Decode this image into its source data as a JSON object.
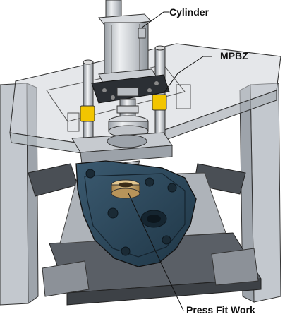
{
  "labels": {
    "cylinder": "Cylinder",
    "mpbz": "MPBZ",
    "press_fit_work": "Press Fit Work"
  },
  "colors": {
    "frame_gray": "#b9bfc6",
    "frame_dark": "#4a4f55",
    "glass": "#cfd4d9",
    "workpiece_blue": "#2d4a5e",
    "sensor_yellow": "#f2c500",
    "bushing_gold": "#c9a66a",
    "outline": "#222222"
  },
  "icons": [
    "cylinder-icon",
    "guide-post-icon",
    "sensor-icon",
    "workpiece-icon"
  ]
}
